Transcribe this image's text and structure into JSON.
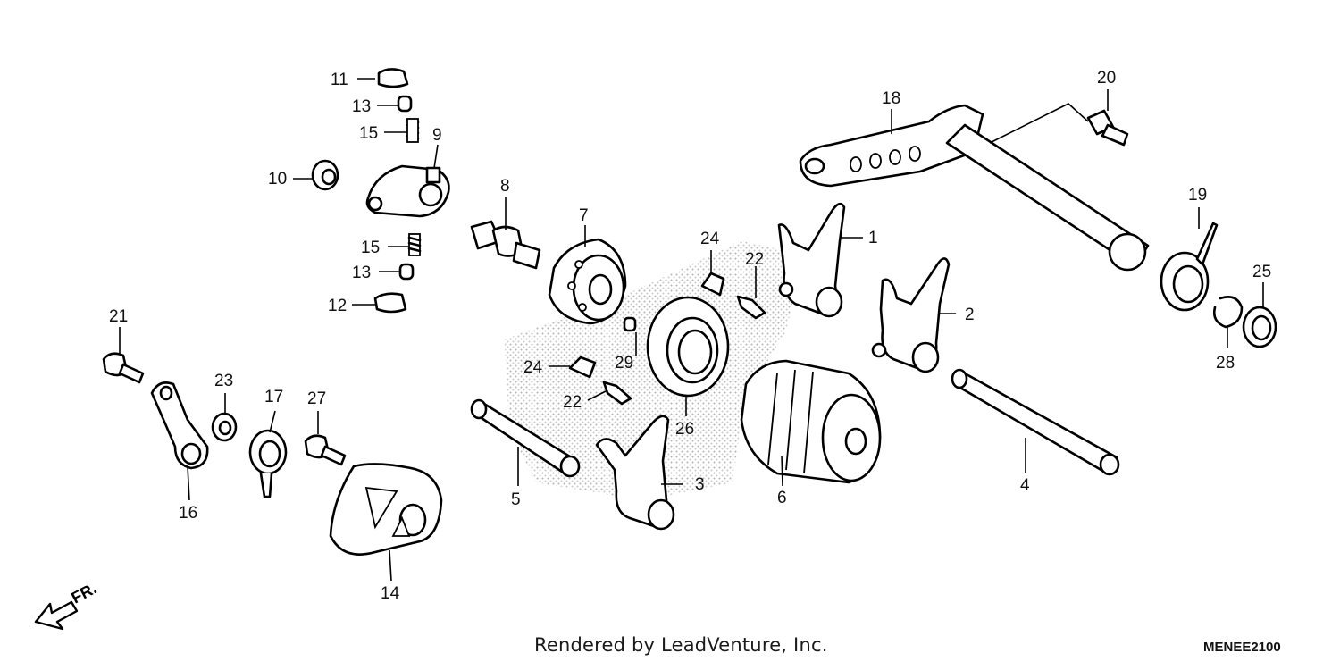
{
  "footer": {
    "credit": "Rendered by LeadVenture, Inc.",
    "code": "MENEE2100"
  },
  "direction_marker": {
    "label": "FR.",
    "icon": "front-direction-arrow-icon"
  },
  "callouts": {
    "n1": "1",
    "n2": "2",
    "n3": "3",
    "n4": "4",
    "n5": "5",
    "n6": "6",
    "n7": "7",
    "n8": "8",
    "n9": "9",
    "n10": "10",
    "n11": "11",
    "n12": "12",
    "n13a": "13",
    "n13b": "13",
    "n14": "14",
    "n15a": "15",
    "n15b": "15",
    "n16": "16",
    "n17": "17",
    "n18": "18",
    "n19": "19",
    "n20": "20",
    "n21": "21",
    "n22a": "22",
    "n22b": "22",
    "n23": "23",
    "n24a": "24",
    "n24b": "24",
    "n25": "25",
    "n26": "26",
    "n27": "27",
    "n28": "28",
    "n29": "29"
  }
}
